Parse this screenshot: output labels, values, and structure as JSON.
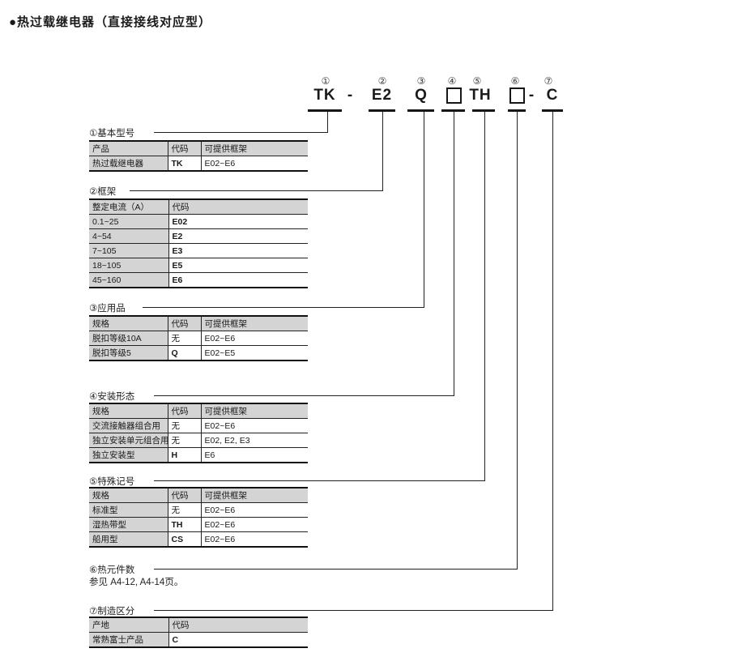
{
  "title": "●热过载继电器（直接接线对应型）",
  "colors": {
    "table_header_bg": "#d4d4d4",
    "line": "#222222"
  },
  "model": {
    "circled": [
      "①",
      "②",
      "③",
      "④",
      "⑤",
      "⑥",
      "⑦"
    ],
    "segments": [
      "TK",
      "E2",
      "Q",
      "",
      "TH",
      "",
      "C"
    ],
    "sep1": "-",
    "sep2": "-"
  },
  "sections": [
    {
      "label": "①基本型号",
      "table": {
        "headers": [
          "产品",
          "代码",
          "可提供框架"
        ],
        "rows": [
          [
            "热过载继电器",
            "TK",
            "E02~E6"
          ]
        ]
      }
    },
    {
      "label": "②框架",
      "table": {
        "headers": [
          "整定电流（A）",
          "代码"
        ],
        "rows": [
          [
            "0.1~25",
            "E02"
          ],
          [
            "4~54",
            "E2"
          ],
          [
            "7~105",
            "E3"
          ],
          [
            "18~105",
            "E5"
          ],
          [
            "45~160",
            "E6"
          ]
        ]
      }
    },
    {
      "label": "③应用品",
      "table": {
        "headers": [
          "规格",
          "代码",
          "可提供框架"
        ],
        "rows": [
          [
            "脱扣等级10A",
            "无",
            "E02~E6"
          ],
          [
            "脱扣等级5",
            "Q",
            "E02~E5"
          ]
        ]
      }
    },
    {
      "label": "④安装形态",
      "table": {
        "headers": [
          "规格",
          "代码",
          "可提供框架"
        ],
        "rows": [
          [
            "交流接触器组合用",
            "无",
            "E02~E6"
          ],
          [
            "独立安装单元组合用",
            "无",
            "E02, E2, E3"
          ],
          [
            "独立安装型",
            "H",
            "E6"
          ]
        ]
      }
    },
    {
      "label": "⑤特殊记号",
      "table": {
        "headers": [
          "规格",
          "代码",
          "可提供框架"
        ],
        "rows": [
          [
            "标准型",
            "无",
            "E02~E6"
          ],
          [
            "湿热带型",
            "TH",
            "E02~E6"
          ],
          [
            "船用型",
            "CS",
            "E02~E6"
          ]
        ]
      }
    },
    {
      "label": "⑥热元件数",
      "note": "参见 A4-12, A4-14页。"
    },
    {
      "label": "⑦制造区分",
      "table": {
        "headers": [
          "产地",
          "代码"
        ],
        "rows": [
          [
            "常熟富士产品",
            "C"
          ]
        ]
      }
    }
  ]
}
